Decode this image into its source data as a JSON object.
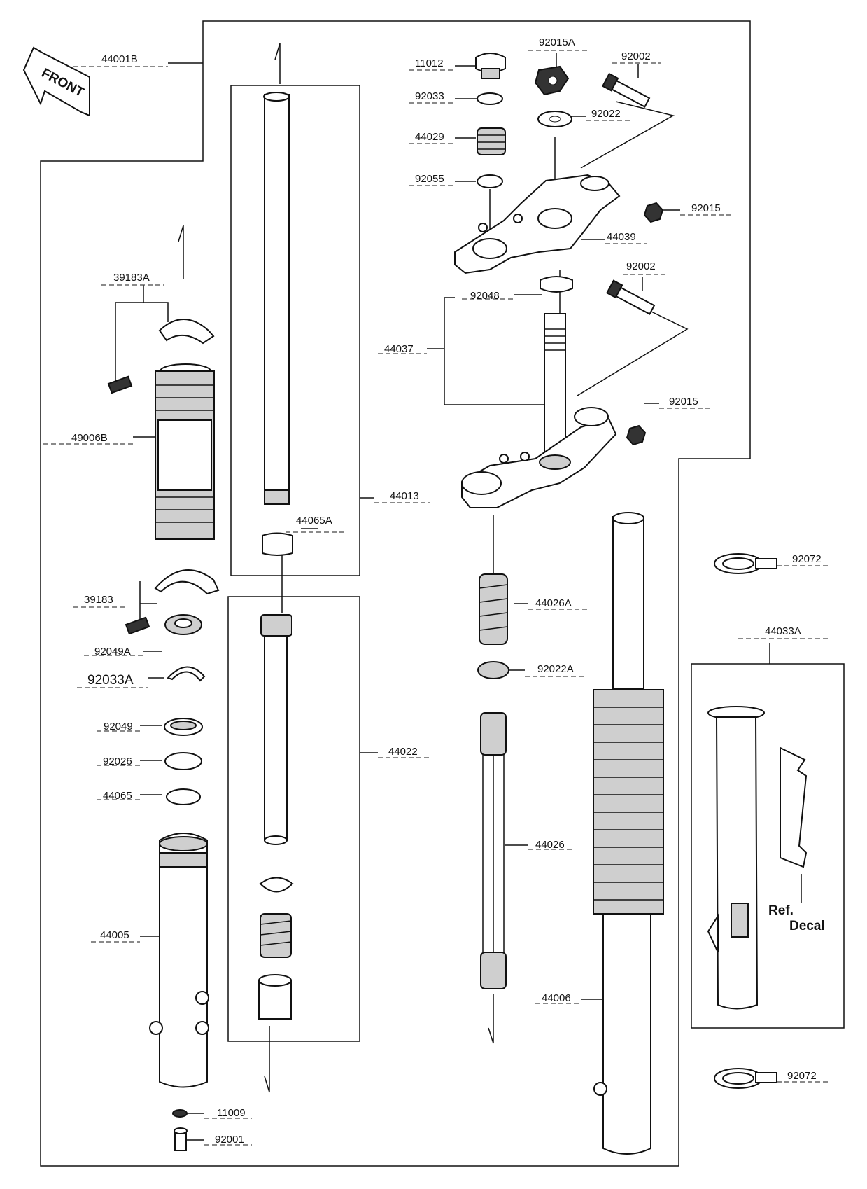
{
  "diagram": {
    "front_label": "FRONT",
    "decal_note": {
      "line1": "Ref.",
      "line2": "Decal"
    },
    "part_labels": [
      {
        "key": "p44001b",
        "text": "44001B"
      },
      {
        "key": "p11012",
        "text": "11012"
      },
      {
        "key": "p92015a",
        "text": "92015A"
      },
      {
        "key": "p92002a",
        "text": "92002"
      },
      {
        "key": "p92033",
        "text": "92033"
      },
      {
        "key": "p92022",
        "text": "92022"
      },
      {
        "key": "p44029",
        "text": "44029"
      },
      {
        "key": "p92055",
        "text": "92055"
      },
      {
        "key": "p92015b",
        "text": "92015"
      },
      {
        "key": "p44039",
        "text": "44039"
      },
      {
        "key": "p92002b",
        "text": "92002"
      },
      {
        "key": "p39183a",
        "text": "39183A"
      },
      {
        "key": "p92048",
        "text": "92048"
      },
      {
        "key": "p44037",
        "text": "44037"
      },
      {
        "key": "p92015c",
        "text": "92015"
      },
      {
        "key": "p49006b",
        "text": "49006B"
      },
      {
        "key": "p44013",
        "text": "44013"
      },
      {
        "key": "p44065a",
        "text": "44065A"
      },
      {
        "key": "p92072a",
        "text": "92072"
      },
      {
        "key": "p39183",
        "text": "39183"
      },
      {
        "key": "p44026a",
        "text": "44026A"
      },
      {
        "key": "p44033a",
        "text": "44033A"
      },
      {
        "key": "p92049a",
        "text": "92049A"
      },
      {
        "key": "p92033a",
        "text": "92033A"
      },
      {
        "key": "p92022a",
        "text": "92022A"
      },
      {
        "key": "p92049",
        "text": "92049"
      },
      {
        "key": "p44022",
        "text": "44022"
      },
      {
        "key": "p92026",
        "text": "92026"
      },
      {
        "key": "p44065",
        "text": "44065"
      },
      {
        "key": "p44026",
        "text": "44026"
      },
      {
        "key": "p44005",
        "text": "44005"
      },
      {
        "key": "p44006",
        "text": "44006"
      },
      {
        "key": "p92072b",
        "text": "92072"
      },
      {
        "key": "p11009",
        "text": "11009"
      },
      {
        "key": "p92001",
        "text": "92001"
      }
    ]
  }
}
